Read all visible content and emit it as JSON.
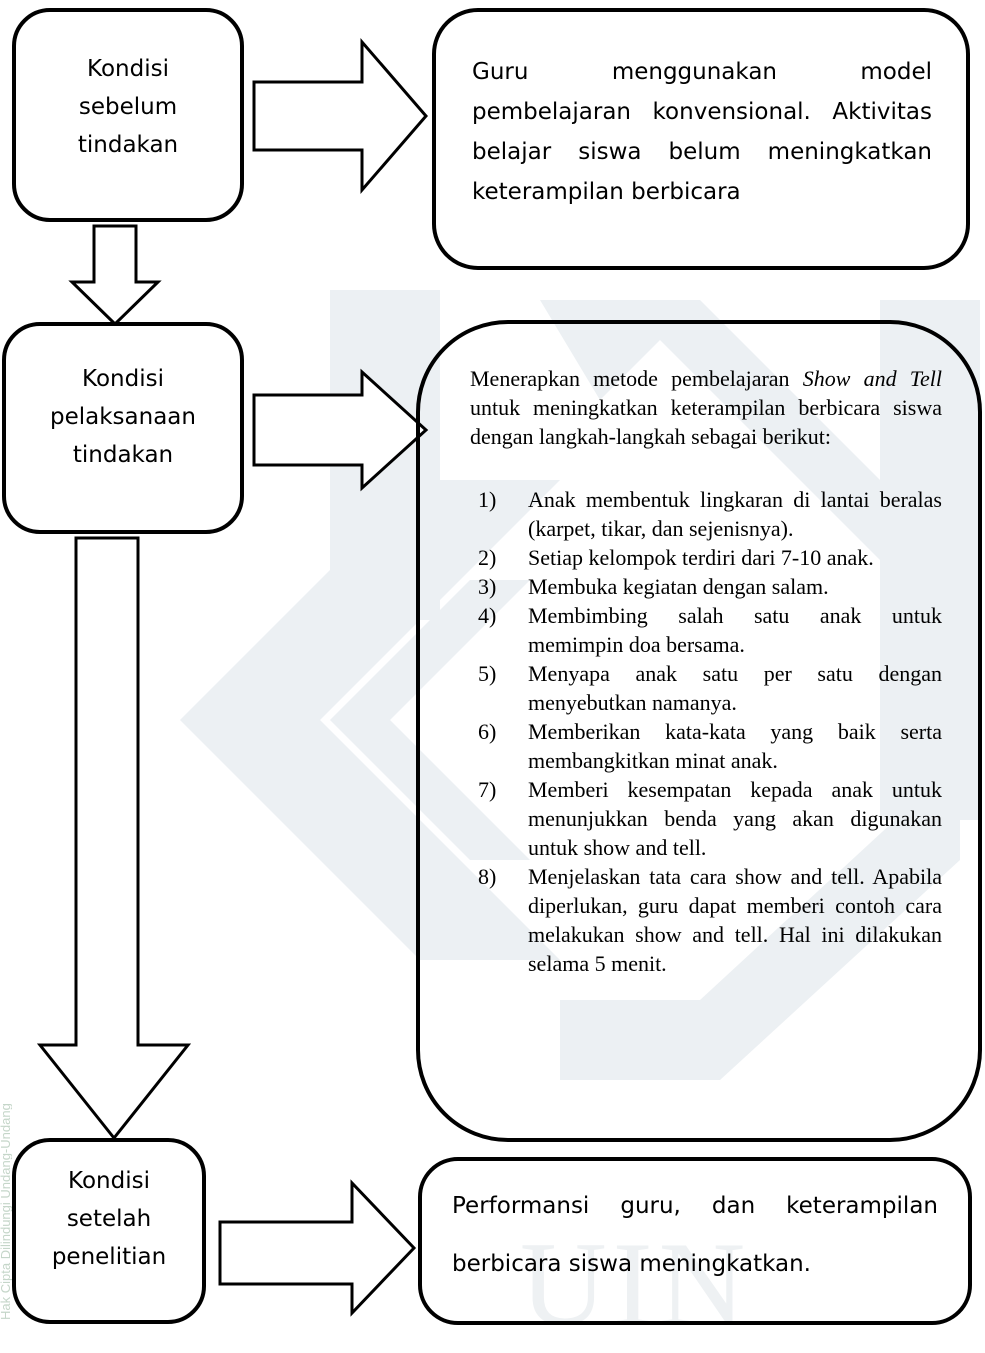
{
  "stages": [
    {
      "label_lines": [
        "Kondisi",
        "sebelum",
        "tindakan"
      ]
    },
    {
      "label_lines": [
        "Kondisi",
        "pelaksanaan",
        "tindakan"
      ]
    },
    {
      "label_lines": [
        "Kondisi",
        "setelah",
        "penelitian"
      ]
    }
  ],
  "before": {
    "text": "Guru menggunakan model pembelajaran konvensional. Aktivitas belajar siswa belum meningkatkan keterampilan berbicara"
  },
  "action": {
    "intro_prefix": "Menerapkan metode pembelajaran ",
    "intro_italic": "Show and Tell",
    "intro_suffix": " untuk meningkatkan keterampilan berbicara siswa dengan langkah-langkah sebagai berikut:",
    "steps": [
      {
        "num": "1)",
        "text": "Anak membentuk lingkaran di lantai beralas (karpet, tikar, dan sejenisnya)."
      },
      {
        "num": "2)",
        "text": "Setiap kelompok terdiri dari 7-10 anak."
      },
      {
        "num": "3)",
        "text": "Membuka kegiatan dengan salam."
      },
      {
        "num": "4)",
        "text": "Membimbing salah satu anak untuk memimpin doa bersama."
      },
      {
        "num": "5)",
        "text": "Menyapa anak satu per satu dengan menyebutkan namanya."
      },
      {
        "num": "6)",
        "text": "Memberikan kata-kata yang baik serta membangkitkan minat anak."
      },
      {
        "num": "7)",
        "text": "Memberi kesempatan kepada anak untuk menunjukkan benda yang akan digunakan untuk show and tell."
      },
      {
        "num": "8)",
        "text": "Menjelaskan tata cara show and tell. Apabila diperlukan, guru dapat memberi contoh cara melakukan show and tell. Hal ini dilakukan selama 5 menit."
      }
    ]
  },
  "after": {
    "text": "Performansi guru, dan keterampilan berbicara siswa meningkatkan."
  },
  "watermark": {
    "bottom_text": "UIN",
    "side_text": "Hak Cipta Dilindungi Undang-Undang"
  },
  "colors": {
    "stroke": "#000000",
    "watermark": "#e9eef1"
  }
}
